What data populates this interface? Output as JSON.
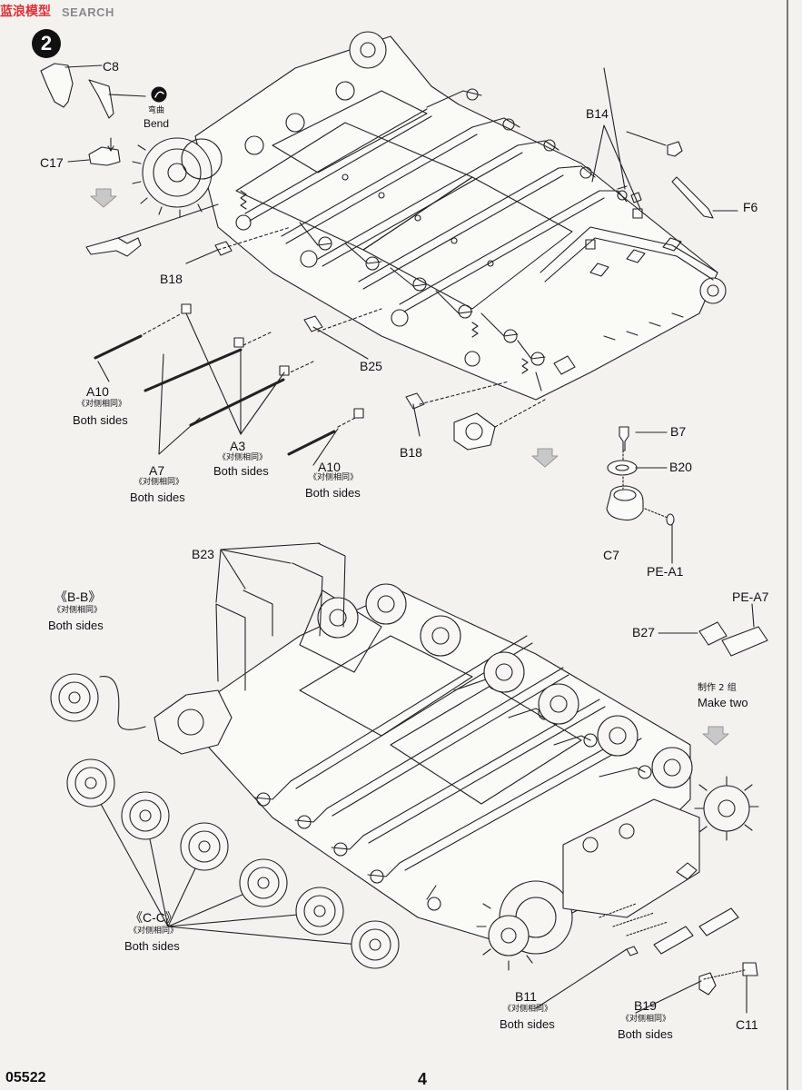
{
  "watermark": {
    "brand": "SEARCH",
    "cn": "蓝浪模型"
  },
  "header": {
    "step_number": "2"
  },
  "footer": {
    "kit_number": "05522",
    "page_number": "4"
  },
  "icons": {
    "bend": "bend-icon",
    "arrow": "down-arrow-icon"
  },
  "labels": {
    "c8": "C8",
    "bend_cn": "弯曲",
    "bend_en": "Bend",
    "c17": "C17",
    "b14": "B14",
    "f6": "F6",
    "b18_top": "B18",
    "b25": "B25",
    "a10_left": "A10",
    "a10_left_cn": "《对侧相同》",
    "a10_left_en": "Both sides",
    "a7": "A7",
    "a7_cn": "《对侧相同》",
    "a7_en": "Both sides",
    "a3": "A3",
    "a3_cn": "《对侧相同》",
    "a3_en": "Both sides",
    "a10_mid": "A10",
    "a10_mid_cn": "《对侧相同》",
    "a10_mid_en": "Both sides",
    "b18_bottom": "B18",
    "b7": "B7",
    "b20": "B20",
    "c7": "C7",
    "pe_a1": "PE-A1",
    "b23": "B23",
    "bb": "《B-B》",
    "bb_cn": "《对侧相同》",
    "bb_en": "Both sides",
    "pe_a7": "PE-A7",
    "b27": "B27",
    "make_two_cn": "制作 2 组",
    "make_two_en": "Make two",
    "cc": "《C-C》",
    "cc_cn": "《对侧相同》",
    "cc_en": "Both sides",
    "b11": "B11",
    "b11_cn": "《对侧相同》",
    "b11_en": "Both sides",
    "b19": "B19",
    "b19_cn": "《对侧相同》",
    "b19_en": "Both sides",
    "c11": "C11"
  }
}
